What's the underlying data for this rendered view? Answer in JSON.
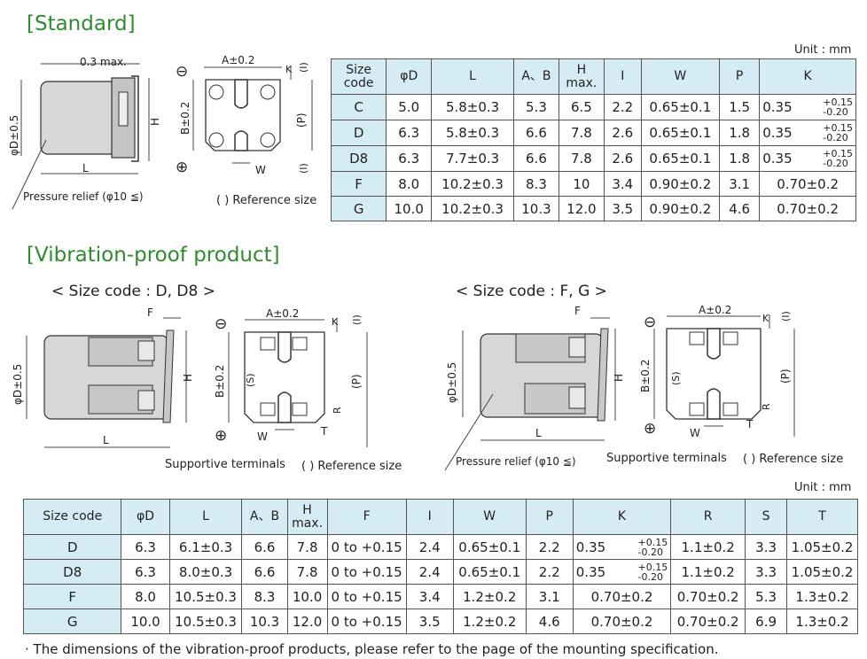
{
  "standard": {
    "heading": "[Standard]",
    "unit": "Unit : mm",
    "drawing_labels": {
      "top_max": "0.3 max.",
      "phiD": "φD±0.5",
      "H": "H",
      "L": "L",
      "pressure_relief": "Pressure relief (φ10 ≦)",
      "A": "A±0.2",
      "B": "B±0.2",
      "K": "K",
      "I_top": "(I)",
      "P": "(P)",
      "I_bottom": "(I)",
      "W": "W",
      "reference": "( ) Reference size",
      "minus": "⊖",
      "plus": "⊕"
    },
    "table": {
      "headers": [
        "Size code",
        "φD",
        "L",
        "A、B",
        "H max.",
        "I",
        "W",
        "P",
        "K"
      ],
      "rows": [
        {
          "code": "C",
          "phiD": "5.0",
          "L": "5.8±0.3",
          "AB": "5.3",
          "H": "6.5",
          "I": "2.2",
          "W": "0.65±0.1",
          "P": "1.5",
          "K_base": "0.35",
          "K_plus": "+0.15",
          "K_minus": "-0.20"
        },
        {
          "code": "D",
          "phiD": "6.3",
          "L": "5.8±0.3",
          "AB": "6.6",
          "H": "7.8",
          "I": "2.6",
          "W": "0.65±0.1",
          "P": "1.8",
          "K_base": "0.35",
          "K_plus": "+0.15",
          "K_minus": "-0.20"
        },
        {
          "code": "D8",
          "phiD": "6.3",
          "L": "7.7±0.3",
          "AB": "6.6",
          "H": "7.8",
          "I": "2.6",
          "W": "0.65±0.1",
          "P": "1.8",
          "K_base": "0.35",
          "K_plus": "+0.15",
          "K_minus": "-0.20"
        },
        {
          "code": "F",
          "phiD": "8.0",
          "L": "10.2±0.3",
          "AB": "8.3",
          "H": "10",
          "I": "3.4",
          "W": "0.90±0.2",
          "P": "3.1",
          "K_full": "0.70±0.2"
        },
        {
          "code": "G",
          "phiD": "10.0",
          "L": "10.2±0.3",
          "AB": "10.3",
          "H": "12.0",
          "I": "3.5",
          "W": "0.90±0.2",
          "P": "4.6",
          "K_full": "0.70±0.2"
        }
      ]
    }
  },
  "vibration": {
    "heading": "[Vibration-proof product]",
    "sub_left": "< Size code : D, D8 >",
    "sub_right": "< Size code : F, G >",
    "unit": "Unit : mm",
    "drawing_labels": {
      "F": "F",
      "phiD": "φD±0.5",
      "H": "H",
      "L": "L",
      "A": "A±0.2",
      "B": "B±0.2",
      "K": "K",
      "I": "(I)",
      "P": "(P)",
      "S": "(S)",
      "R": "R",
      "T": "T",
      "W": "W",
      "supportive": "Supportive terminals",
      "reference": "( ) Reference size",
      "pressure_relief": "Pressure relief (φ10 ≦)",
      "minus": "⊖",
      "plus": "⊕"
    },
    "table": {
      "headers": [
        "Size code",
        "φD",
        "L",
        "A、B",
        "H max.",
        "F",
        "I",
        "W",
        "P",
        "K",
        "R",
        "S",
        "T"
      ],
      "rows": [
        {
          "code": "D",
          "phiD": "6.3",
          "L": "6.1±0.3",
          "AB": "6.6",
          "H": "7.8",
          "F": "0 to +0.15",
          "I": "2.4",
          "W": "0.65±0.1",
          "P": "2.2",
          "K_base": "0.35",
          "K_plus": "+0.15",
          "K_minus": "-0.20",
          "R": "1.1±0.2",
          "S": "3.3",
          "T": "1.05±0.2"
        },
        {
          "code": "D8",
          "phiD": "6.3",
          "L": "8.0±0.3",
          "AB": "6.6",
          "H": "7.8",
          "F": "0 to +0.15",
          "I": "2.4",
          "W": "0.65±0.1",
          "P": "2.2",
          "K_base": "0.35",
          "K_plus": "+0.15",
          "K_minus": "-0.20",
          "R": "1.1±0.2",
          "S": "3.3",
          "T": "1.05±0.2"
        },
        {
          "code": "F",
          "phiD": "8.0",
          "L": "10.5±0.3",
          "AB": "8.3",
          "H": "10.0",
          "F": "0 to +0.15",
          "I": "3.4",
          "W": "1.2±0.2",
          "P": "3.1",
          "K_full": "0.70±0.2",
          "R": "0.70±0.2",
          "S": "5.3",
          "T": "1.3±0.2"
        },
        {
          "code": "G",
          "phiD": "10.0",
          "L": "10.5±0.3",
          "AB": "10.3",
          "H": "12.0",
          "F": "0 to +0.15",
          "I": "3.5",
          "W": "1.2±0.2",
          "P": "4.6",
          "K_full": "0.70±0.2",
          "R": "0.70±0.2",
          "S": "6.9",
          "T": "1.3±0.2"
        }
      ]
    },
    "footnote": "· The dimensions of the vibration-proof products, please refer to the page of the mounting specification."
  }
}
